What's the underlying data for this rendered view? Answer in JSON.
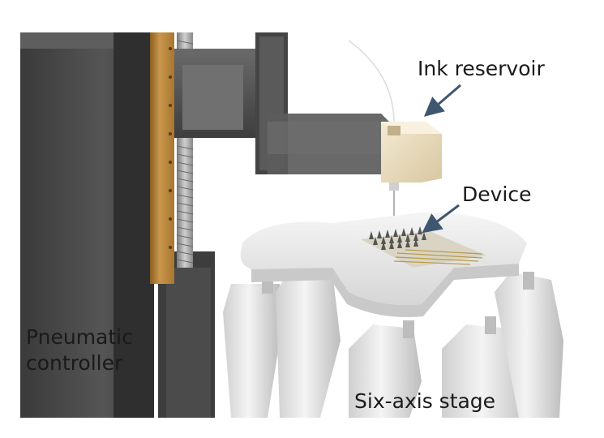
{
  "labels": {
    "ink_reservoir": "Ink reservoir",
    "device": "Device",
    "pneumatic_controller_line1": "Pneumatic",
    "pneumatic_controller_line2": "controller",
    "six_axis_stage": "Six-axis stage"
  },
  "colors": {
    "controller_body": "#4a4a4a",
    "controller_dark": "#2f2f2f",
    "wood_column": "#b8863d",
    "lead_screw": "#9a9a9a",
    "arm": "#5b5b5b",
    "reservoir": "#e9dcc0",
    "stage": "#e4e4e4",
    "device_traces": "#b89a48",
    "arrow": "#3f5670",
    "text": "#1a1a1a"
  }
}
